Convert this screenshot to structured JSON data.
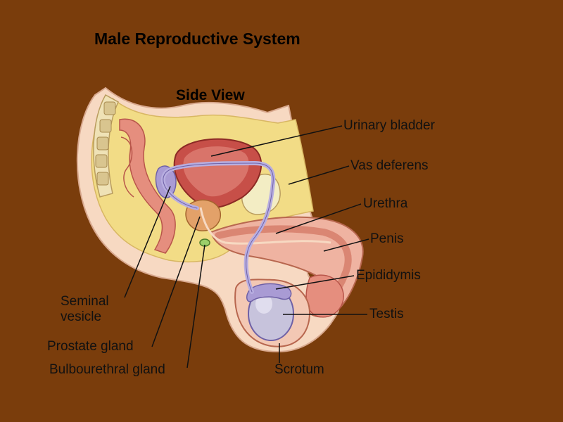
{
  "title": "Male Reproductive System",
  "subtitle": "Side View",
  "colors": {
    "background": "#7a3d0c",
    "skin": "#f7d9c2",
    "fat": "#f2dc86",
    "muscle": "#e89a86",
    "bladder": "#c74f48",
    "duct": "#b8aee0",
    "testis": "#c7c3dc",
    "leader": "#111111"
  },
  "labels": {
    "urinary_bladder": "Urinary bladder",
    "vas_deferens": "Vas deferens",
    "urethra": "Urethra",
    "penis": "Penis",
    "epididymis": "Epididymis",
    "testis": "Testis",
    "scrotum": "Scrotum",
    "seminal_vesicle_line1": "Seminal",
    "seminal_vesicle_line2": "vesicle",
    "prostate_gland": "Prostate gland",
    "bulbourethral_gland": "Bulbourethral gland"
  }
}
